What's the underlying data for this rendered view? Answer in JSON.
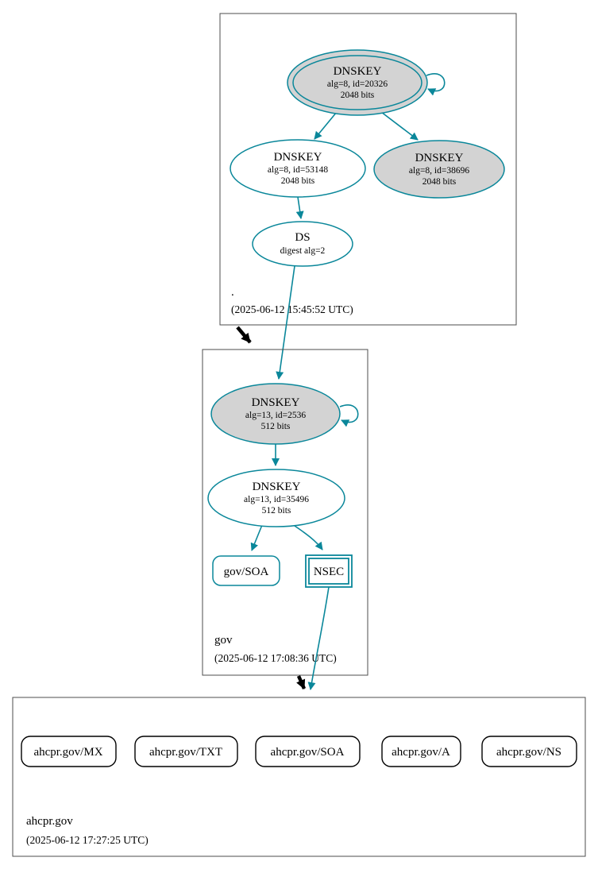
{
  "zones": {
    "root": {
      "name": ".",
      "timestamp": "(2025-06-12 15:45:52 UTC)",
      "ksk": {
        "type": "DNSKEY",
        "detail": "alg=8, id=20326",
        "bits": "2048 bits"
      },
      "zsk": {
        "type": "DNSKEY",
        "detail": "alg=8, id=53148",
        "bits": "2048 bits"
      },
      "key2": {
        "type": "DNSKEY",
        "detail": "alg=8, id=38696",
        "bits": "2048 bits"
      },
      "ds": {
        "type": "DS",
        "detail": "digest alg=2"
      }
    },
    "gov": {
      "name": "gov",
      "timestamp": "(2025-06-12 17:08:36 UTC)",
      "ksk": {
        "type": "DNSKEY",
        "detail": "alg=13, id=2536",
        "bits": "512 bits"
      },
      "zsk": {
        "type": "DNSKEY",
        "detail": "alg=13, id=35496",
        "bits": "512 bits"
      },
      "soa": {
        "label": "gov/SOA"
      },
      "nsec": {
        "label": "NSEC"
      }
    },
    "ahcpr": {
      "name": "ahcpr.gov",
      "timestamp": "(2025-06-12 17:27:25 UTC)",
      "rrsets": [
        {
          "label": "ahcpr.gov/MX"
        },
        {
          "label": "ahcpr.gov/TXT"
        },
        {
          "label": "ahcpr.gov/SOA"
        },
        {
          "label": "ahcpr.gov/A"
        },
        {
          "label": "ahcpr.gov/NS"
        }
      ]
    }
  },
  "colors": {
    "secure": "#0a879a",
    "key_fill": "#d3d3d3",
    "border": "#4d4d4d",
    "delegation": "#000000"
  }
}
